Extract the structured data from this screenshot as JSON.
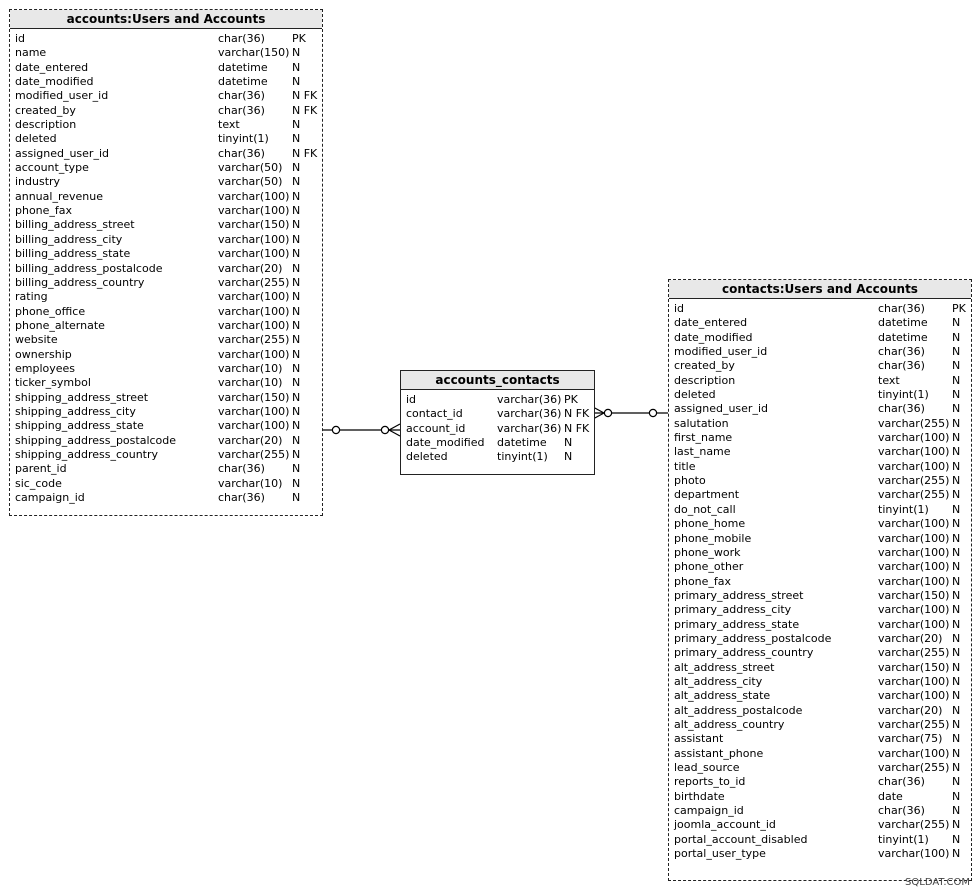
{
  "entities": {
    "accounts": {
      "title": "accounts:Users and Accounts",
      "columns": [
        [
          "id",
          "char(36)",
          "PK"
        ],
        [
          "name",
          "varchar(150)",
          "N"
        ],
        [
          "date_entered",
          "datetime",
          "N"
        ],
        [
          "date_modified",
          "datetime",
          "N"
        ],
        [
          "modified_user_id",
          "char(36)",
          "N FK"
        ],
        [
          "created_by",
          "char(36)",
          "N FK"
        ],
        [
          "description",
          "text",
          "N"
        ],
        [
          "deleted",
          "tinyint(1)",
          "N"
        ],
        [
          "assigned_user_id",
          "char(36)",
          "N FK"
        ],
        [
          "account_type",
          "varchar(50)",
          "N"
        ],
        [
          "industry",
          "varchar(50)",
          "N"
        ],
        [
          "annual_revenue",
          "varchar(100)",
          "N"
        ],
        [
          "phone_fax",
          "varchar(100)",
          "N"
        ],
        [
          "billing_address_street",
          "varchar(150)",
          "N"
        ],
        [
          "billing_address_city",
          "varchar(100)",
          "N"
        ],
        [
          "billing_address_state",
          "varchar(100)",
          "N"
        ],
        [
          "billing_address_postalcode",
          "varchar(20)",
          "N"
        ],
        [
          "billing_address_country",
          "varchar(255)",
          "N"
        ],
        [
          "rating",
          "varchar(100)",
          "N"
        ],
        [
          "phone_office",
          "varchar(100)",
          "N"
        ],
        [
          "phone_alternate",
          "varchar(100)",
          "N"
        ],
        [
          "website",
          "varchar(255)",
          "N"
        ],
        [
          "ownership",
          "varchar(100)",
          "N"
        ],
        [
          "employees",
          "varchar(10)",
          "N"
        ],
        [
          "ticker_symbol",
          "varchar(10)",
          "N"
        ],
        [
          "shipping_address_street",
          "varchar(150)",
          "N"
        ],
        [
          "shipping_address_city",
          "varchar(100)",
          "N"
        ],
        [
          "shipping_address_state",
          "varchar(100)",
          "N"
        ],
        [
          "shipping_address_postalcode",
          "varchar(20)",
          "N"
        ],
        [
          "shipping_address_country",
          "varchar(255)",
          "N"
        ],
        [
          "parent_id",
          "char(36)",
          "N"
        ],
        [
          "sic_code",
          "varchar(10)",
          "N"
        ],
        [
          "campaign_id",
          "char(36)",
          "N"
        ]
      ]
    },
    "accounts_contacts": {
      "title": "accounts_contacts",
      "columns": [
        [
          "id",
          "varchar(36)",
          "PK"
        ],
        [
          "contact_id",
          "varchar(36)",
          "N FK"
        ],
        [
          "account_id",
          "varchar(36)",
          "N FK"
        ],
        [
          "date_modified",
          "datetime",
          "N"
        ],
        [
          "deleted",
          "tinyint(1)",
          "N"
        ]
      ]
    },
    "contacts": {
      "title": "contacts:Users and Accounts",
      "columns": [
        [
          "id",
          "char(36)",
          "PK"
        ],
        [
          "date_entered",
          "datetime",
          "N"
        ],
        [
          "date_modified",
          "datetime",
          "N"
        ],
        [
          "modified_user_id",
          "char(36)",
          "N"
        ],
        [
          "created_by",
          "char(36)",
          "N"
        ],
        [
          "description",
          "text",
          "N"
        ],
        [
          "deleted",
          "tinyint(1)",
          "N"
        ],
        [
          "assigned_user_id",
          "char(36)",
          "N"
        ],
        [
          "salutation",
          "varchar(255)",
          "N"
        ],
        [
          "first_name",
          "varchar(100)",
          "N"
        ],
        [
          "last_name",
          "varchar(100)",
          "N"
        ],
        [
          "title",
          "varchar(100)",
          "N"
        ],
        [
          "photo",
          "varchar(255)",
          "N"
        ],
        [
          "department",
          "varchar(255)",
          "N"
        ],
        [
          "do_not_call",
          "tinyint(1)",
          "N"
        ],
        [
          "phone_home",
          "varchar(100)",
          "N"
        ],
        [
          "phone_mobile",
          "varchar(100)",
          "N"
        ],
        [
          "phone_work",
          "varchar(100)",
          "N"
        ],
        [
          "phone_other",
          "varchar(100)",
          "N"
        ],
        [
          "phone_fax",
          "varchar(100)",
          "N"
        ],
        [
          "primary_address_street",
          "varchar(150)",
          "N"
        ],
        [
          "primary_address_city",
          "varchar(100)",
          "N"
        ],
        [
          "primary_address_state",
          "varchar(100)",
          "N"
        ],
        [
          "primary_address_postalcode",
          "varchar(20)",
          "N"
        ],
        [
          "primary_address_country",
          "varchar(255)",
          "N"
        ],
        [
          "alt_address_street",
          "varchar(150)",
          "N"
        ],
        [
          "alt_address_city",
          "varchar(100)",
          "N"
        ],
        [
          "alt_address_state",
          "varchar(100)",
          "N"
        ],
        [
          "alt_address_postalcode",
          "varchar(20)",
          "N"
        ],
        [
          "alt_address_country",
          "varchar(255)",
          "N"
        ],
        [
          "assistant",
          "varchar(75)",
          "N"
        ],
        [
          "assistant_phone",
          "varchar(100)",
          "N"
        ],
        [
          "lead_source",
          "varchar(255)",
          "N"
        ],
        [
          "reports_to_id",
          "char(36)",
          "N"
        ],
        [
          "birthdate",
          "date",
          "N"
        ],
        [
          "campaign_id",
          "char(36)",
          "N"
        ],
        [
          "joomla_account_id",
          "varchar(255)",
          "N"
        ],
        [
          "portal_account_disabled",
          "tinyint(1)",
          "N"
        ],
        [
          "portal_user_type",
          "varchar(100)",
          "N"
        ]
      ]
    }
  },
  "relationships": [
    {
      "from": "accounts",
      "to": "accounts_contacts",
      "from_end": "one-or-zero",
      "to_end": "zero-or-many"
    },
    {
      "from": "contacts",
      "to": "accounts_contacts",
      "from_end": "one-or-zero",
      "to_end": "zero-or-many"
    }
  ],
  "watermark": "SQLDAT.COM"
}
